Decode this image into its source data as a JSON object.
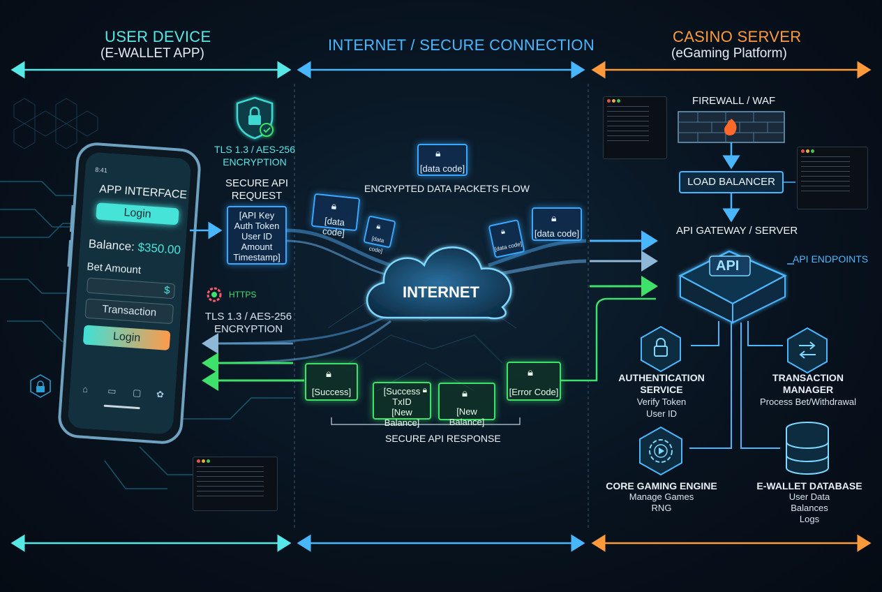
{
  "colors": {
    "user_device": "#55e8e6",
    "internet": "#49b7ff",
    "casino": "#ff9a3c",
    "response": "#3ee26a"
  },
  "zones": {
    "user_device": {
      "title": "USER DEVICE",
      "subtitle": "(E-WALLET APP)"
    },
    "internet": {
      "title": "INTERNET / SECURE CONNECTION"
    },
    "casino": {
      "title": "CASINO SERVER",
      "subtitle": "(eGaming Platform)"
    }
  },
  "phone": {
    "time": "8:41",
    "title": "APP INTERFACE",
    "login_top": "Login",
    "balance_label": "Balance:",
    "balance_value": "$350.00",
    "bet_label": "Bet Amount",
    "bet_symbol": "$",
    "transaction": "Transaction",
    "login_bottom": "Login",
    "nav_icons": [
      "home-icon",
      "wallet-icon",
      "chat-icon",
      "settings-icon"
    ]
  },
  "encryption_top": {
    "line1": "TLS 1.3 / AES-256",
    "line2": "ENCRYPTION",
    "icon": "shield-lock-icon"
  },
  "request": {
    "title_line1": "SECURE API",
    "title_line2": "REQUEST",
    "fields": [
      "[API Key",
      "Auth Token",
      "User ID",
      "Amount",
      "Timestamp]"
    ]
  },
  "https": {
    "label": "HTTPS",
    "line1": "TLS 1.3 / AES-256",
    "line2": "ENCRYPTION"
  },
  "packets": {
    "label": "ENCRYPTED DATA PACKETS FLOW",
    "packet_texts": [
      "[data code]",
      "[data code]",
      "[data code]",
      "[data code]",
      "[data code]"
    ]
  },
  "cloud": {
    "label": "INTERNET"
  },
  "response": {
    "label": "SECURE API RESPONSE",
    "boxes": [
      "[Success]",
      "[Success",
      "TxID",
      "[New Balance]",
      "[New Balance]",
      "[Error Code]"
    ]
  },
  "server": {
    "firewall": "FIREWALL / WAF",
    "load_balancer": "LOAD BALANCER",
    "gateway": "API GATEWAY / SERVER",
    "api_badge": "API",
    "endpoints": "API ENDPOINTS",
    "auth": {
      "title1": "AUTHENTICATION",
      "title2": "SERVICE",
      "desc1": "Verify Token",
      "desc2": "User ID"
    },
    "tx": {
      "title1": "TRANSACTION",
      "title2": "MANAGER",
      "desc1": "Process Bet/Withdrawal"
    },
    "engine": {
      "title": "CORE GAMING ENGINE",
      "desc1": "Manage Games",
      "desc2": "RNG"
    },
    "db": {
      "title": "E-WALLET DATABASE",
      "desc1": "User Data",
      "desc2": "Balances",
      "desc3": "Logs"
    }
  }
}
